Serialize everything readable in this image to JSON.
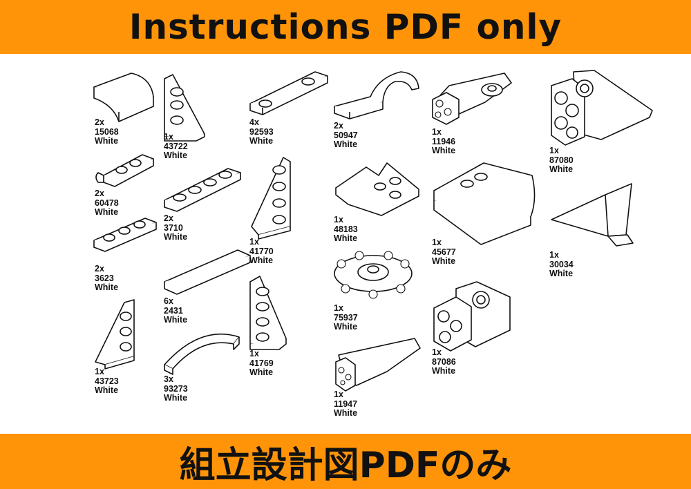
{
  "header": {
    "title": "Instructions PDF only"
  },
  "footer": {
    "title": "組立設計図PDFのみ"
  },
  "colors": {
    "banner": "#ff9408",
    "text": "#111111",
    "background": "#ffffff"
  },
  "parts": [
    {
      "qty": "2x",
      "id": "15068",
      "color": "White",
      "icon": "slope-curved-2x2-icon"
    },
    {
      "qty": "1x",
      "id": "43722",
      "color": "White",
      "icon": "wedge-plate-2x3-right-icon"
    },
    {
      "qty": "4x",
      "id": "92593",
      "color": "White",
      "icon": "plate-1x4-two-studs-icon"
    },
    {
      "qty": "2x",
      "id": "50947",
      "color": "White",
      "icon": "mudguard-plate-icon"
    },
    {
      "qty": "1x",
      "id": "11946",
      "color": "White",
      "icon": "technic-panel-fairing-icon"
    },
    {
      "qty": "1x",
      "id": "87080",
      "color": "White",
      "icon": "technic-panel-fairing-large-icon"
    },
    {
      "qty": "2x",
      "id": "60478",
      "color": "White",
      "icon": "plate-1x2-clip-icon"
    },
    {
      "qty": "2x",
      "id": "3710",
      "color": "White",
      "icon": "plate-1x4-icon"
    },
    {
      "qty": "1x",
      "id": "41770",
      "color": "White",
      "icon": "wedge-plate-4x2-left-icon"
    },
    {
      "qty": "1x",
      "id": "48183",
      "color": "White",
      "icon": "wedge-plate-3x4-cutout-icon"
    },
    {
      "qty": "1x",
      "id": "45677",
      "color": "White",
      "icon": "slope-curved-4x4-icon"
    },
    {
      "qty": "2x",
      "id": "3623",
      "color": "White",
      "icon": "plate-1x3-icon"
    },
    {
      "qty": "1x",
      "id": "30034",
      "color": "White",
      "icon": "wing-clip-icon"
    },
    {
      "qty": "6x",
      "id": "2431",
      "color": "White",
      "icon": "tile-1x4-icon"
    },
    {
      "qty": "1x",
      "id": "75937",
      "color": "White",
      "icon": "hub-clips-icon"
    },
    {
      "qty": "1x",
      "id": "43723",
      "color": "White",
      "icon": "wedge-plate-2x3-left-icon"
    },
    {
      "qty": "1x",
      "id": "87086",
      "color": "White",
      "icon": "technic-panel-fairing-alt-icon"
    },
    {
      "qty": "1x",
      "id": "41769",
      "color": "White",
      "icon": "wedge-plate-4x2-right-icon"
    },
    {
      "qty": "3x",
      "id": "93273",
      "color": "White",
      "icon": "slope-curved-4x1-double-icon"
    },
    {
      "qty": "1x",
      "id": "11947",
      "color": "White",
      "icon": "technic-panel-fairing-long-icon"
    }
  ]
}
